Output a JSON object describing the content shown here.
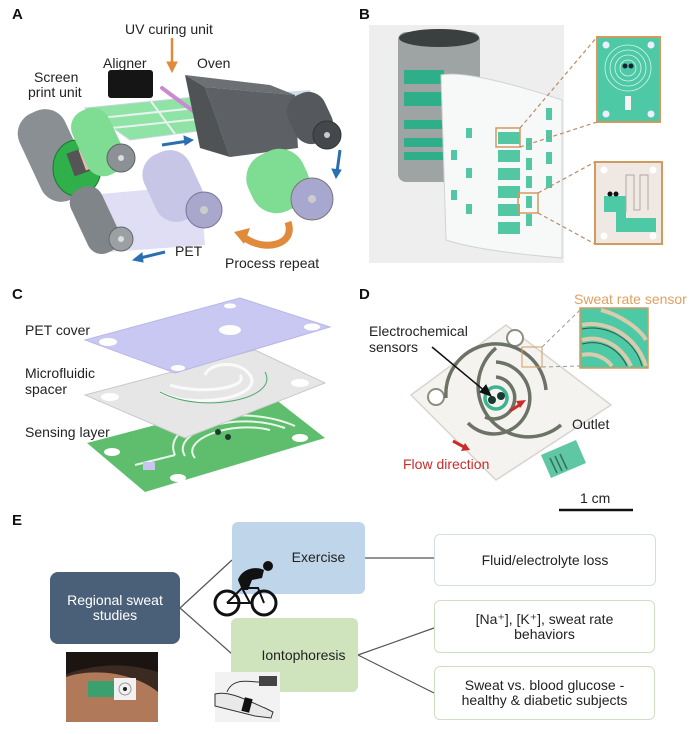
{
  "figure": {
    "panels": {
      "A": {
        "label": "A",
        "annotations": {
          "uv_curing": "UV curing unit",
          "aligner": "Aligner",
          "oven": "Oven",
          "screen_print": [
            "Screen",
            "print unit"
          ],
          "pet": "PET",
          "process_repeat": "Process repeat"
        }
      },
      "B": {
        "label": "B"
      },
      "C": {
        "label": "C",
        "annotations": {
          "pet_cover": "PET cover",
          "microfluidic": [
            "Microfluidic",
            "spacer"
          ],
          "sensing": "Sensing layer"
        }
      },
      "D": {
        "label": "D",
        "annotations": {
          "sweat_rate": "Sweat rate sensor",
          "electrochemical": [
            "Electrochemical",
            "sensors"
          ],
          "outlet": "Outlet",
          "flow": "Flow direction",
          "scale": "1 cm"
        }
      },
      "E": {
        "label": "E",
        "root": [
          "Regional sweat",
          "studies"
        ],
        "branches": [
          {
            "label": "Exercise",
            "outcomes": [
              "Fluid/electrolyte loss"
            ]
          },
          {
            "label": "Iontophoresis",
            "outcomes": [
              "[Na⁺], [K⁺], sweat rate behaviors",
              "Sweat vs. blood glucose - healthy & diabetic subjects"
            ]
          }
        ]
      }
    },
    "colors": {
      "orange_annotation": "#e0a060",
      "flow_red": "#cc2b2b",
      "root_box": "#4a6078",
      "exercise_box": "#bed5ea",
      "iontophoresis_box": "#cfe3bd",
      "sensor_green": "#4cc19e",
      "arrow_blue": "#2b6fb0"
    }
  }
}
